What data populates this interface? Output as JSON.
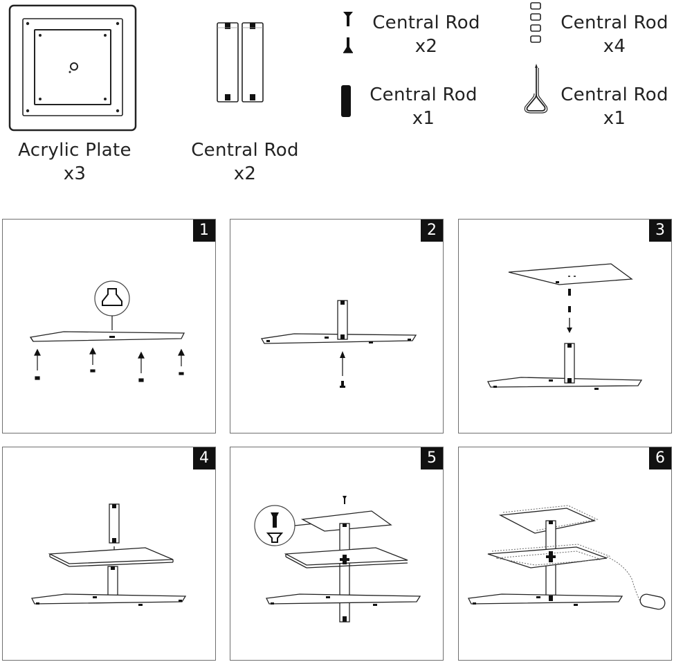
{
  "parts": [
    {
      "name": "Acrylic Plate",
      "qty": "x3"
    },
    {
      "name": "Central Rod",
      "qty": "x2"
    },
    {
      "name": "Central Rod",
      "qty": "x2"
    },
    {
      "name": "Central Rod",
      "qty": "x4"
    },
    {
      "name": "Central Rod",
      "qty": "x1"
    },
    {
      "name": "Central Rod",
      "qty": "x1"
    }
  ],
  "steps": [
    "1",
    "2",
    "3",
    "4",
    "5",
    "6"
  ]
}
